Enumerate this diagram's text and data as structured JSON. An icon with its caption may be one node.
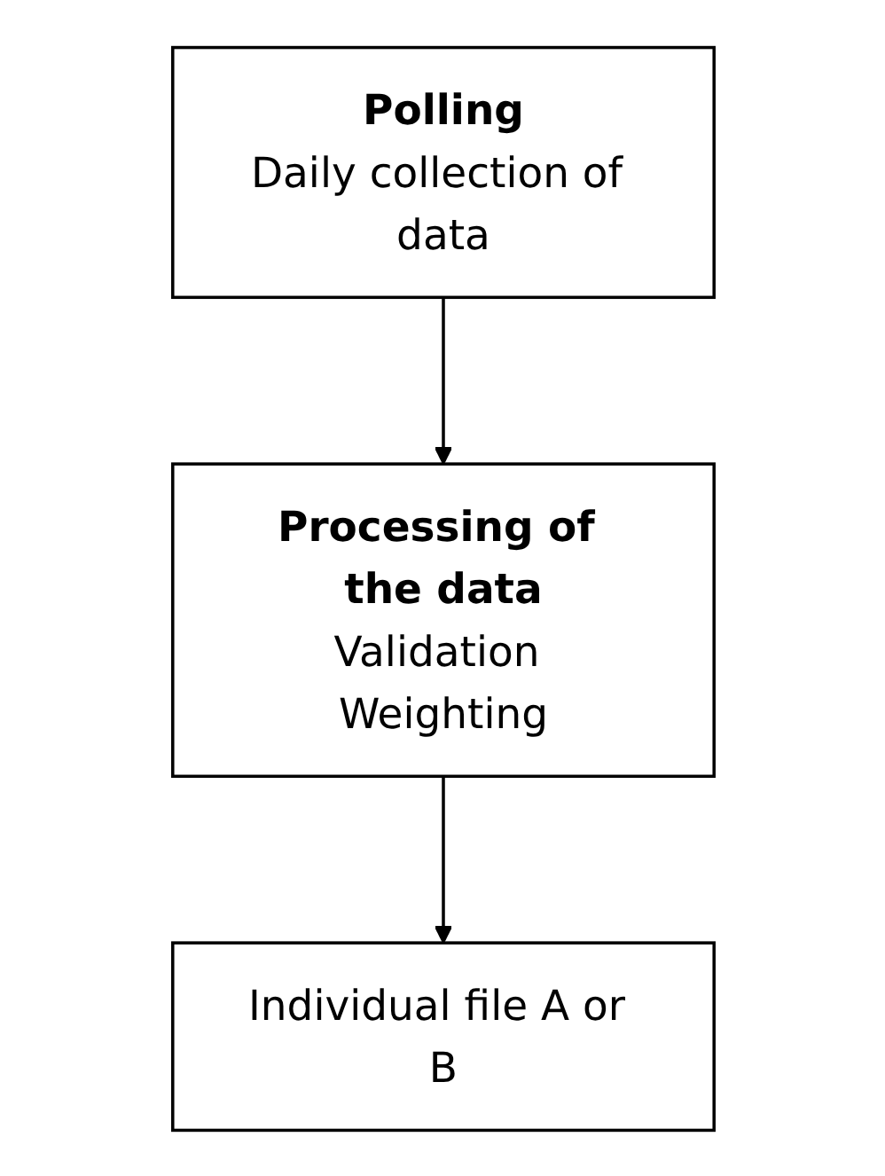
{
  "diagram": {
    "nodes": [
      {
        "text": [
          "Polling",
          "Daily collection of data"
        ]
      },
      {
        "text": [
          "Processing of the data",
          "Validation Weighting"
        ]
      },
      {
        "text": [
          "Individual file A or B"
        ]
      }
    ],
    "edges": [
      {
        "from": 0,
        "to": 1,
        "arrow": "to"
      },
      {
        "from": 1,
        "to": 2,
        "arrow": "to"
      }
    ]
  }
}
